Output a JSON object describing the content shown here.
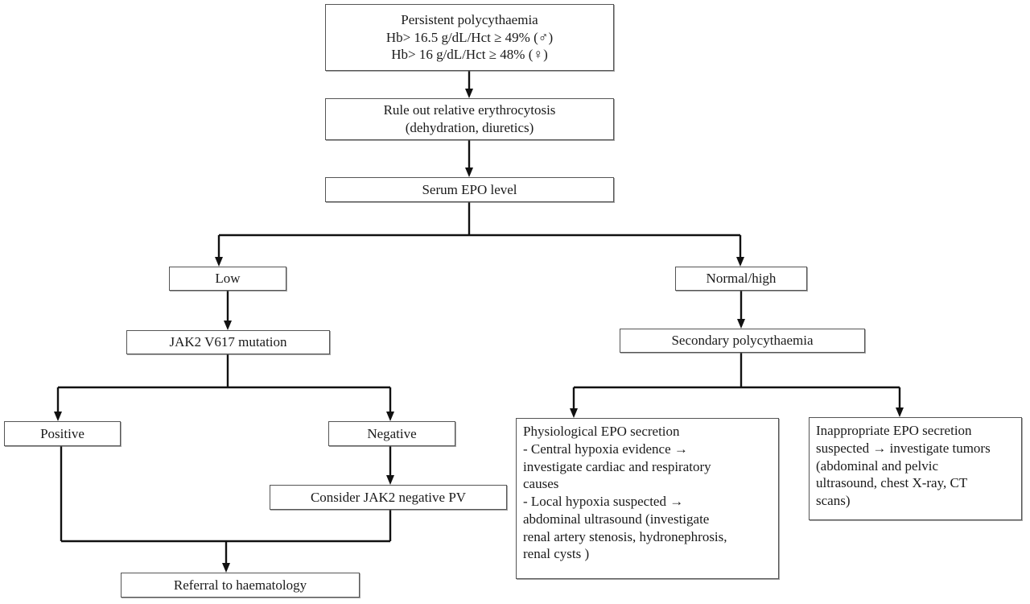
{
  "figure": {
    "title": "Diagnostic flowchart for persistent polycythaemia",
    "type": "flowchart",
    "background_color": "#ffffff",
    "line_color": "#111111",
    "box_border_color": "#555555",
    "text_color": "#1a1a1a"
  },
  "nodes": {
    "persistent_polycythaemia": "Persistent polycythaemia\nHb> 16.5 g/dL/Hct ≥ 49% (♂)\nHb> 16 g/dL/Hct ≥ 48% (♀)",
    "rule_out_relative": "Rule out relative erythrocytosis\n(dehydration, diuretics)",
    "serum_epo": "Serum EPO level",
    "low": "Low",
    "normal_high": "Normal/high",
    "jak2_mutation": "JAK2 V617 mutation",
    "secondary_polycythaemia": "Secondary polycythaemia",
    "positive": "Positive",
    "negative": "Negative",
    "consider_jak2_negative_pv": "Consider JAK2 negative PV",
    "physiological_epo": "Physiological EPO secretion\n- Central hypoxia evidence →\ninvestigate cardiac and respiratory\ncauses\n- Local hypoxia suspected →\nabdominal ultrasound (investigate\nrenal artery stenosis, hydronephrosis,\nrenal cysts )",
    "inappropriate_epo": "Inappropriate EPO secretion\nsuspected → investigate tumors\n(abdominal and pelvic\nultrasound, chest X-ray, CT\nscans)",
    "referral_haematology": "Referral to haematology"
  },
  "edges": [
    {
      "from": "persistent_polycythaemia",
      "to": "rule_out_relative",
      "label": ""
    },
    {
      "from": "rule_out_relative",
      "to": "serum_epo",
      "label": ""
    },
    {
      "from": "serum_epo",
      "to": "low",
      "label": ""
    },
    {
      "from": "serum_epo",
      "to": "normal_high",
      "label": ""
    },
    {
      "from": "low",
      "to": "jak2_mutation",
      "label": ""
    },
    {
      "from": "normal_high",
      "to": "secondary_polycythaemia",
      "label": ""
    },
    {
      "from": "jak2_mutation",
      "to": "positive",
      "label": ""
    },
    {
      "from": "jak2_mutation",
      "to": "negative",
      "label": ""
    },
    {
      "from": "negative",
      "to": "consider_jak2_negative_pv",
      "label": ""
    },
    {
      "from": "secondary_polycythaemia",
      "to": "physiological_epo",
      "label": ""
    },
    {
      "from": "secondary_polycythaemia",
      "to": "inappropriate_epo",
      "label": ""
    },
    {
      "from": "positive",
      "to": "referral_haematology",
      "label": ""
    },
    {
      "from": "consider_jak2_negative_pv",
      "to": "referral_haematology",
      "label": ""
    }
  ]
}
